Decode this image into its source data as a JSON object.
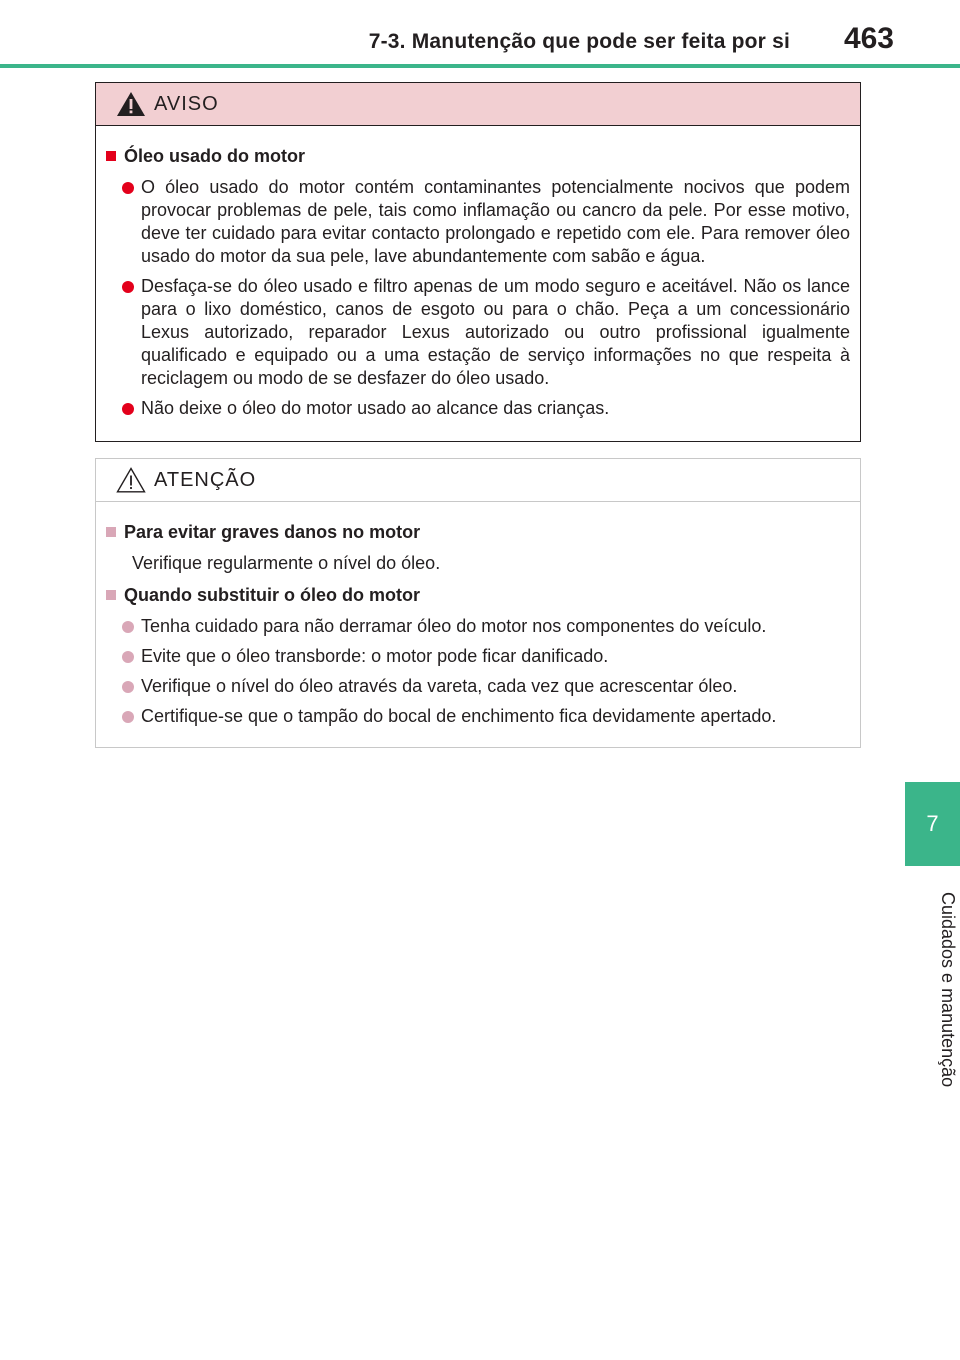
{
  "header": {
    "section_title": "7-3. Manutenção que pode ser feita por si",
    "page_number": "463"
  },
  "side_tab": {
    "chapter_number": "7",
    "chapter_title": "Cuidados e manutenção"
  },
  "warning_box": {
    "label": "AVISO",
    "icon": "warning-triangle-icon",
    "sections": [
      {
        "title": "Óleo usado do motor",
        "items": [
          "O óleo usado do motor contém contaminantes potencialmente nocivos que podem provocar problemas de pele, tais como inflamação ou cancro da pele. Por esse motivo, deve ter cuidado para evitar contacto prolongado e repetido com ele. Para remover óleo usado do motor da sua pele, lave abundantemente com sabão e água.",
          "Desfaça-se do óleo usado e filtro apenas de um modo seguro e aceitável. Não os lance para o lixo doméstico, canos de esgoto ou para o chão. Peça a um concessionário Lexus autorizado, reparador Lexus autorizado ou outro profissional igualmente qualificado e equipado ou a uma estação de serviço informações no que respeita à reciclagem ou modo de se desfazer do óleo usado.",
          "Não deixe o óleo do motor usado ao alcance das crianças."
        ]
      }
    ]
  },
  "caution_box": {
    "label": "ATENÇÃO",
    "icon": "caution-triangle-icon",
    "sections": [
      {
        "title": "Para evitar graves danos no motor",
        "text": "Verifique regularmente o nível do óleo."
      },
      {
        "title": "Quando substituir o óleo do motor",
        "items": [
          "Tenha cuidado para não derramar óleo do motor nos componentes do veículo.",
          "Evite que o óleo transborde: o motor pode ficar danificado.",
          "Verifique o nível do óleo através da vareta, cada vez que acrescentar óleo.",
          "Certifique-se que o tampão do bocal de enchimento fica devidamente apertado."
        ]
      }
    ]
  },
  "colors": {
    "accent_green": "#3bb58a",
    "warning_header_bg": "#f2cfd2",
    "warning_bullet": "#e3001b",
    "caution_bullet": "#d9a7b7"
  }
}
